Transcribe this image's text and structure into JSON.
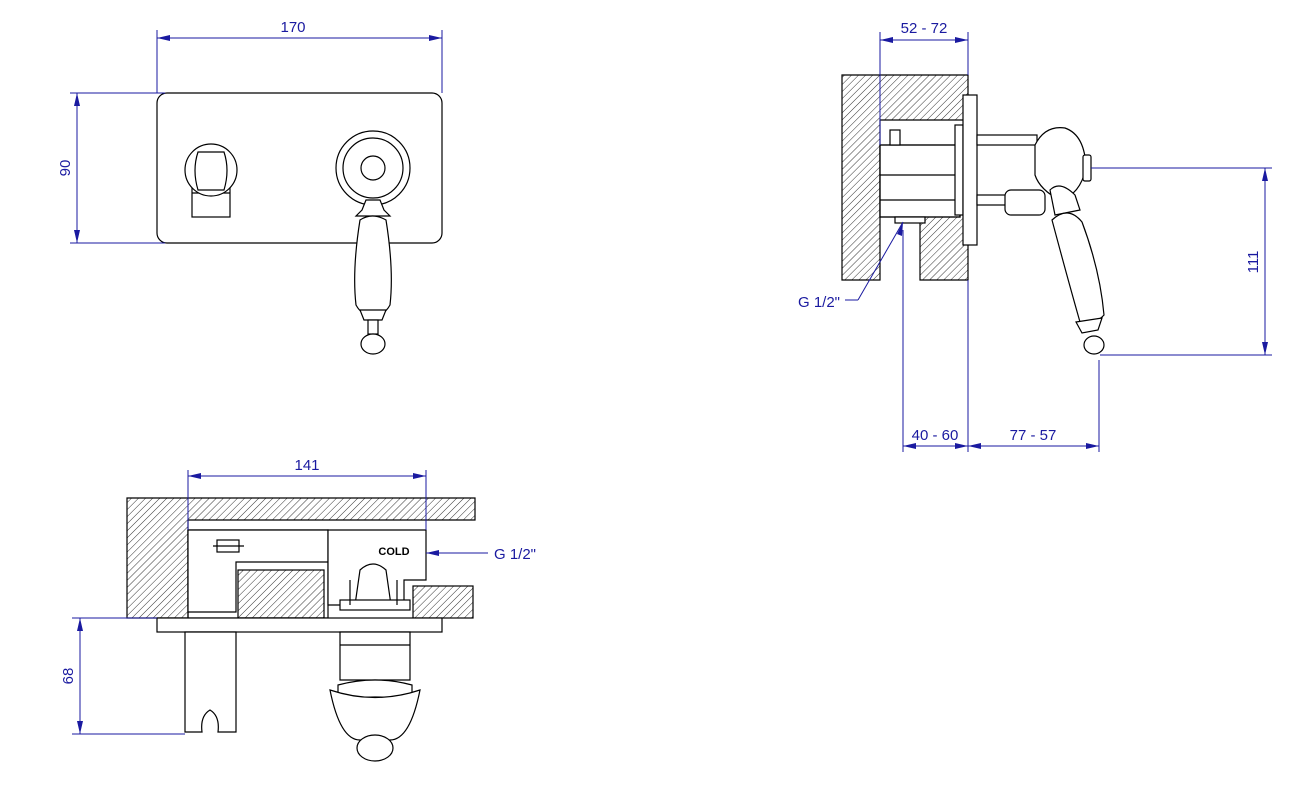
{
  "dimensions": {
    "front_width": "170",
    "front_height": "90",
    "side_depth": "52 - 72",
    "side_height": "111",
    "side_wall": "40 - 60",
    "side_proj": "77 - 57",
    "top_width": "141",
    "top_height": "68"
  },
  "labels": {
    "side_thread": "G 1/2\"",
    "top_thread": "G 1/2\"",
    "cold_tag": "COLD"
  },
  "colors": {
    "dimension": "#1a1aa0",
    "outline": "#000000"
  }
}
